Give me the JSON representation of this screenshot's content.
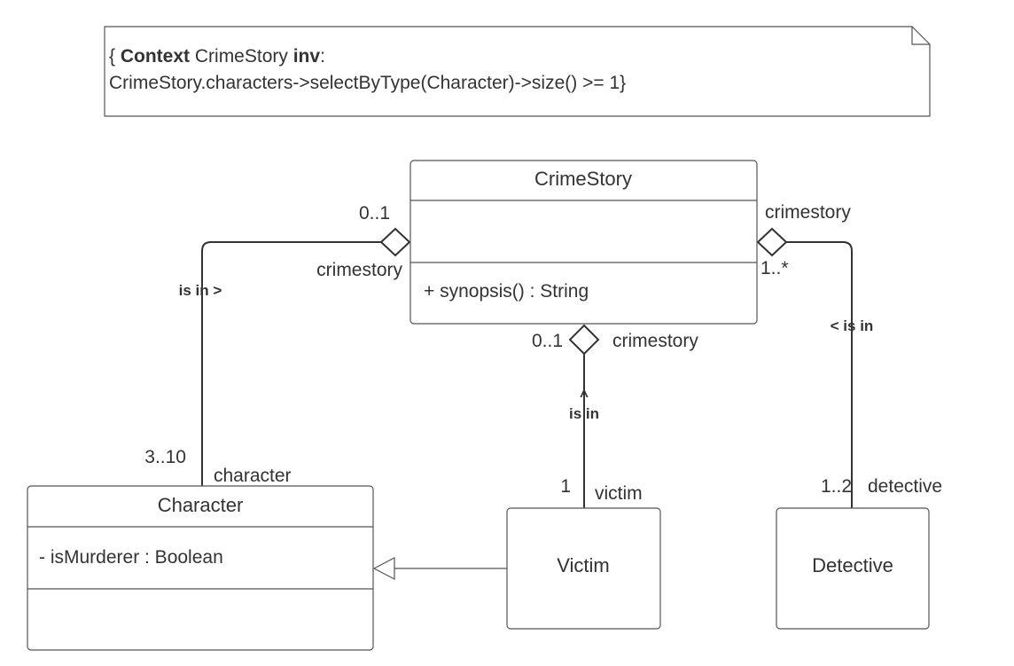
{
  "note": {
    "line1": {
      "open_brace": "{ ",
      "context_keyword": "Context",
      "context_name": " CrimeStory ",
      "inv_keyword": "inv",
      "colon": ":"
    },
    "line2": "CrimeStory.characters->selectByType(Character)->size() >= 1}"
  },
  "classes": {
    "crimestory": {
      "name": "CrimeStory",
      "operations": [
        "+ synopsis() : String"
      ]
    },
    "character": {
      "name": "Character",
      "attributes": [
        "- isMurderer : Boolean"
      ]
    },
    "victim": {
      "name": "Victim"
    },
    "detective": {
      "name": "Detective"
    }
  },
  "associations": {
    "character_crimestory": {
      "label": "is in >",
      "crimestory_multiplicity": "0..1",
      "crimestory_role": "crimestory",
      "character_multiplicity": "3..10",
      "character_role": "character"
    },
    "victim_crimestory": {
      "arrow": "^",
      "label": "is in",
      "crimestory_multiplicity": "0..1",
      "crimestory_role": "crimestory",
      "victim_multiplicity": "1",
      "victim_role": "victim"
    },
    "detective_crimestory": {
      "label": "< is in",
      "crimestory_role": "crimestory",
      "crimestory_multiplicity": "1..*",
      "detective_multiplicity": "1..2",
      "detective_role": "detective"
    }
  }
}
